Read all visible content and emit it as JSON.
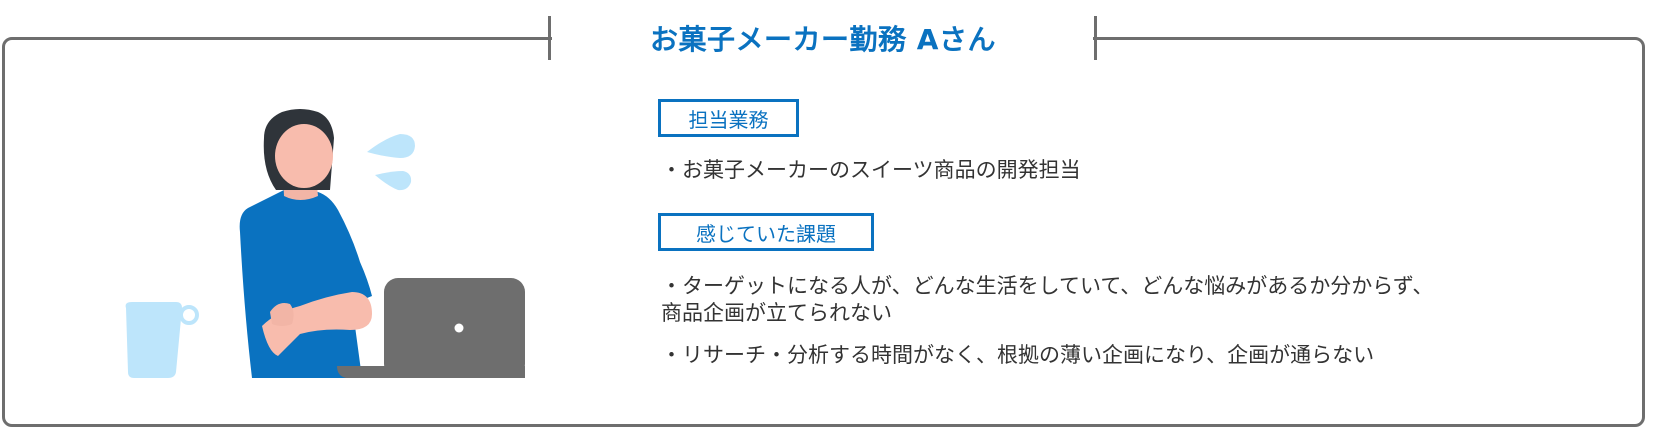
{
  "title": "お菓子メーカー勤務 Aさん",
  "colors": {
    "accent": "#0a72c0",
    "border": "#6e6e6e",
    "text": "#333333",
    "shirt": "#0a72c0",
    "skin": "#f8bcad",
    "hair": "#2f343a",
    "cup": "#bde5fb",
    "laptop": "#6e6e6e"
  },
  "sections": [
    {
      "label": "担当業務",
      "items": [
        "・お菓子メーカーのスイーツ商品の開発担当"
      ]
    },
    {
      "label": "感じていた課題",
      "items": [
        "・ターゲットになる人が、どんな生活をしていて、どんな悩みがあるか分からず、",
        "商品企画が立てられない",
        "・リサーチ・分析する時間がなく、根拠の薄い企画になり、企画が通らない"
      ]
    }
  ],
  "illustration": {
    "icons": [
      "person-icon",
      "speech-drops-icon",
      "cup-icon",
      "laptop-icon"
    ]
  }
}
